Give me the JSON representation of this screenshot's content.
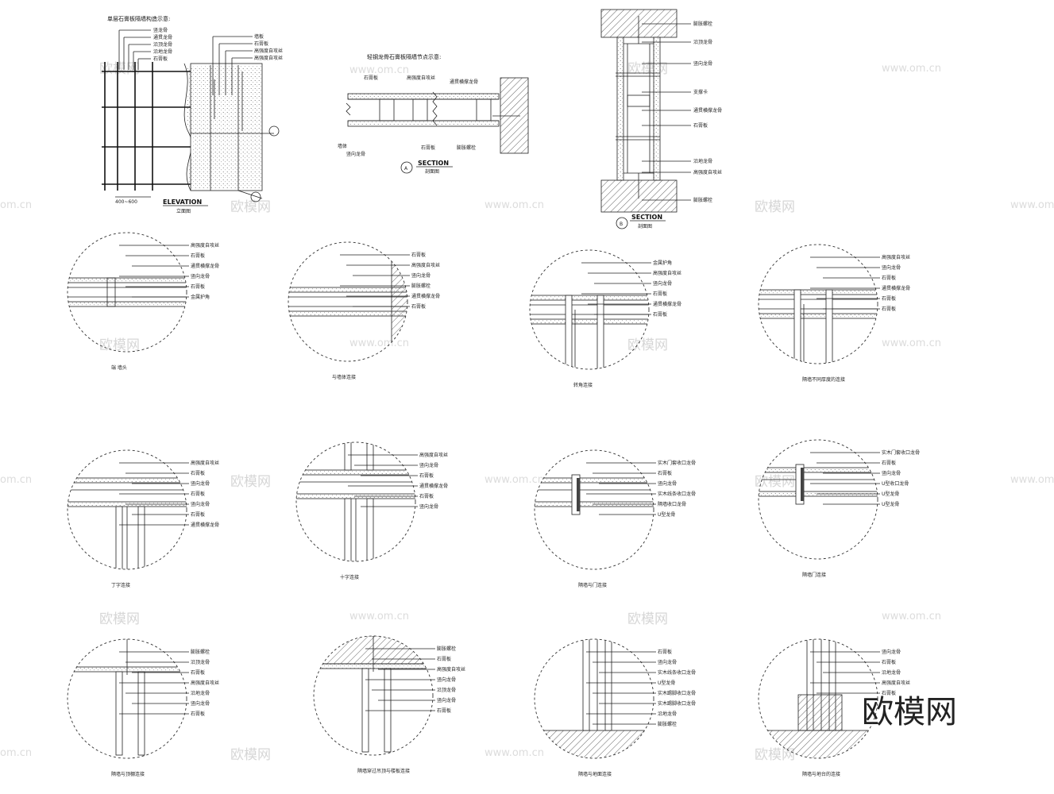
{
  "top": {
    "elevation_title": "单层石膏板隔墙构造示意:",
    "elevation_labels": [
      "竖龙骨",
      "通贯龙骨",
      "沿顶龙骨",
      "沿地龙骨",
      "石膏板"
    ],
    "elevation_right_labels": [
      "墙板",
      "石膏板",
      "高强度自攻丝",
      "高强度自攻丝"
    ],
    "elevation_dim": "400~600",
    "elevation_caption_en": "ELEVATION",
    "elevation_caption_cn": "立面图",
    "section_a_title": "轻钢龙骨石膏板隔墙节点示意:",
    "section_a_labels": [
      "石膏板",
      "高强度自攻丝",
      "通贯横撑龙骨",
      "墙体",
      "竖向龙骨",
      "石膏板",
      "膨胀螺栓"
    ],
    "section_a_badge": "A",
    "section_a_caption_en": "SECTION",
    "section_a_caption_cn": "剖面图",
    "section_b_labels": [
      "膨胀螺栓",
      "沿顶龙骨",
      "竖向龙骨",
      "支撑卡",
      "通贯横撑龙骨",
      "石膏板",
      "沿地龙骨",
      "高强度自攻丝",
      "膨胀螺栓"
    ],
    "section_b_badge": "B",
    "section_b_caption_en": "SECTION",
    "section_b_caption_cn": "剖面图"
  },
  "details": [
    {
      "caption": "端  墙头",
      "labels": [
        "高强度自攻丝",
        "石膏板",
        "通贯横撑龙骨",
        "竖向龙骨",
        "石膏板",
        "金属护角"
      ]
    },
    {
      "caption": "与墙体连接",
      "labels": [
        "石膏板",
        "高强度自攻丝",
        "竖向龙骨",
        "膨胀螺栓",
        "通贯横撑龙骨",
        "石膏板"
      ]
    },
    {
      "caption": "转角连接",
      "labels": [
        "金属护角",
        "高强度自攻丝",
        "竖向龙骨",
        "石膏板",
        "通贯横撑龙骨",
        "石膏板"
      ]
    },
    {
      "caption": "隔墙不同厚度的连接",
      "labels": [
        "高强度自攻丝",
        "竖向龙骨",
        "石膏板",
        "通贯横撑龙骨",
        "石膏板",
        "石膏板"
      ]
    },
    {
      "caption": "丁字连接",
      "labels": [
        "高强度自攻丝",
        "石膏板",
        "竖向龙骨",
        "石膏板",
        "竖向龙骨",
        "石膏板",
        "通贯横撑龙骨"
      ]
    },
    {
      "caption": "十字连接",
      "labels": [
        "高强度自攻丝",
        "竖向龙骨",
        "石膏板",
        "通贯横撑龙骨",
        "石膏板",
        "竖向龙骨"
      ]
    },
    {
      "caption": "隔墙与门连接",
      "labels": [
        "实木门套收口龙骨",
        "石膏板",
        "竖向龙骨",
        "实木线条收口龙骨",
        "隔墙收口龙骨",
        "U型龙骨"
      ]
    },
    {
      "caption": "隔墙门连接",
      "labels": [
        "实木门套收口龙骨",
        "石膏板",
        "竖向龙骨",
        "U型收口龙骨",
        "U型龙骨",
        "U型龙骨"
      ]
    },
    {
      "caption": "隔墙与顶棚连接",
      "labels": [
        "膨胀螺栓",
        "沿顶龙骨",
        "石膏板",
        "高强度自攻丝",
        "沿地龙骨",
        "竖向龙骨",
        "石膏板"
      ]
    },
    {
      "caption": "隔墙穿过吊顶与楼板连接",
      "labels": [
        "膨胀螺栓",
        "石膏板",
        "高强度自攻丝",
        "竖向龙骨",
        "沿顶龙骨",
        "竖向龙骨",
        "石膏板"
      ]
    },
    {
      "caption": "隔墙与地面连接",
      "labels": [
        "石膏板",
        "竖向龙骨",
        "实木线条收口龙骨",
        "U型龙骨",
        "实木踢脚收口龙骨",
        "实木踢脚收口龙骨",
        "沿地龙骨",
        "膨胀螺栓"
      ]
    },
    {
      "caption": "隔墙与地台的连接",
      "labels": [
        "竖向龙骨",
        "石膏板",
        "沿地龙骨",
        "高强度自攻丝",
        "石膏板"
      ]
    }
  ],
  "watermarks": {
    "cn": "欧模网",
    "en": "www.om.cn",
    "edge": "om.cn",
    "brand": "欧模网"
  }
}
